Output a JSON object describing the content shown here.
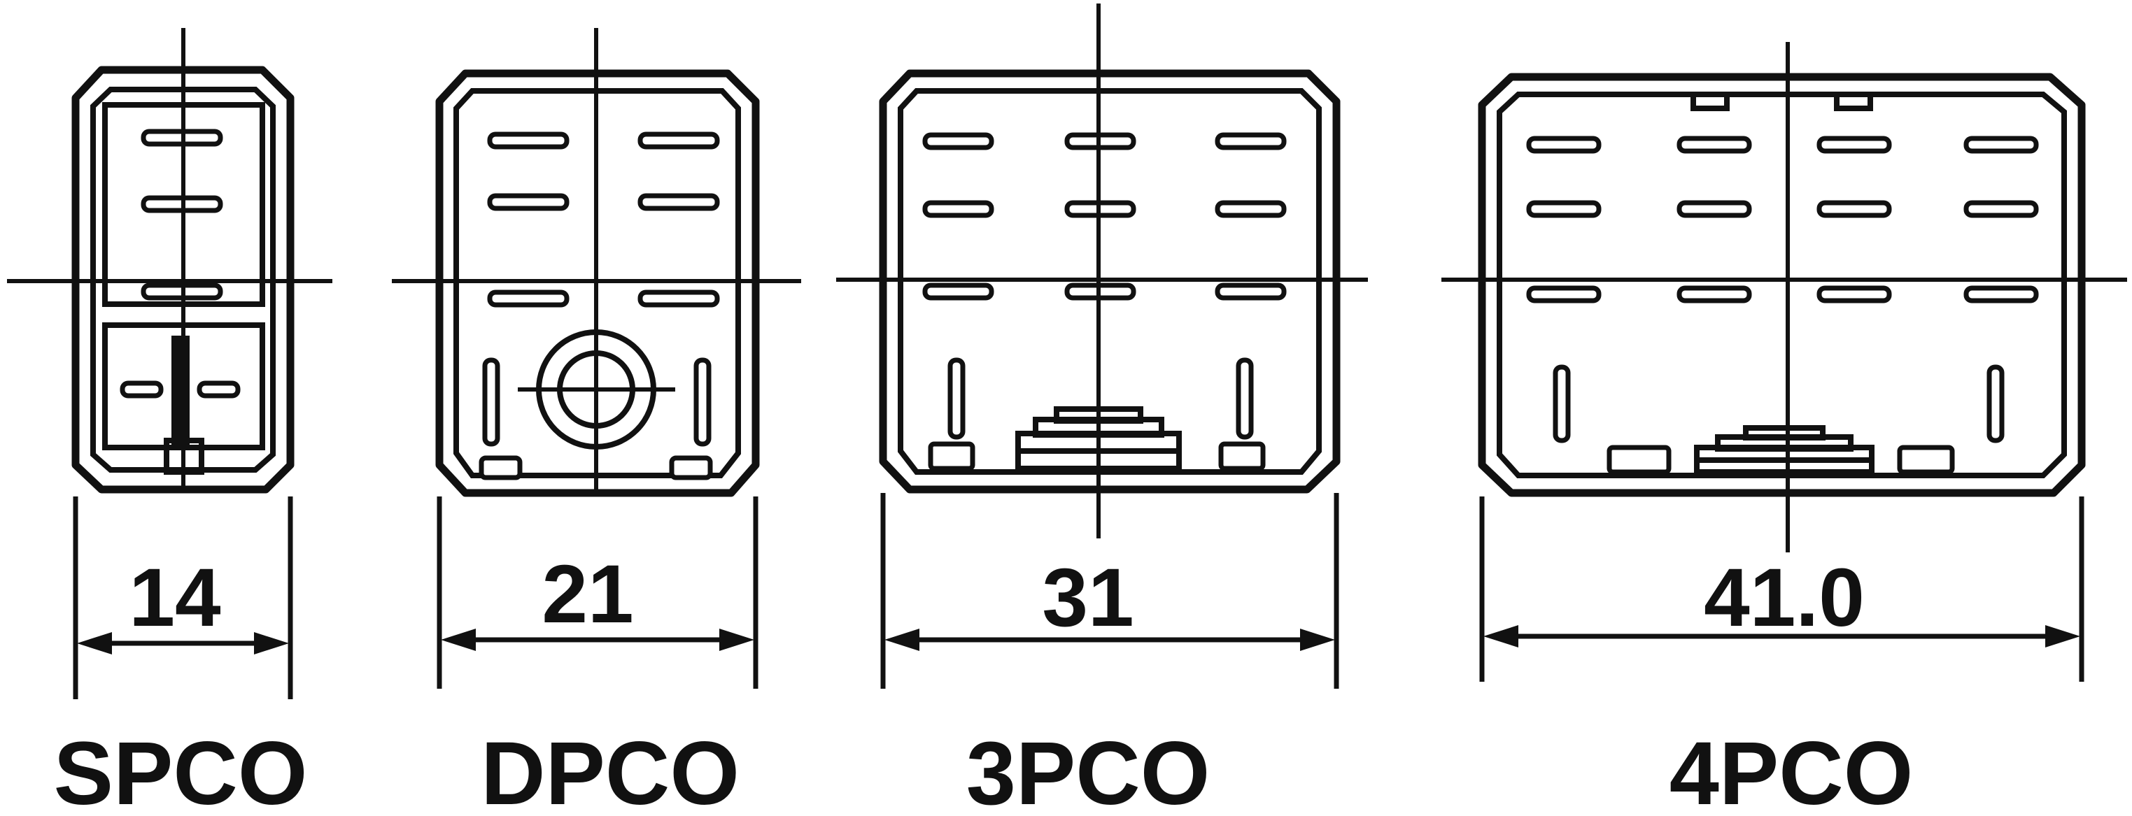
{
  "relays": [
    {
      "id": "spco",
      "dimension": "14",
      "label": "SPCO"
    },
    {
      "id": "dpco",
      "dimension": "21",
      "label": "DPCO"
    },
    {
      "id": "3pco",
      "dimension": "31",
      "label": "3PCO"
    },
    {
      "id": "4pco",
      "dimension": "41.0",
      "label": "4PCO"
    }
  ],
  "colors": {
    "ink": "#111111",
    "paper": "#ffffff"
  }
}
